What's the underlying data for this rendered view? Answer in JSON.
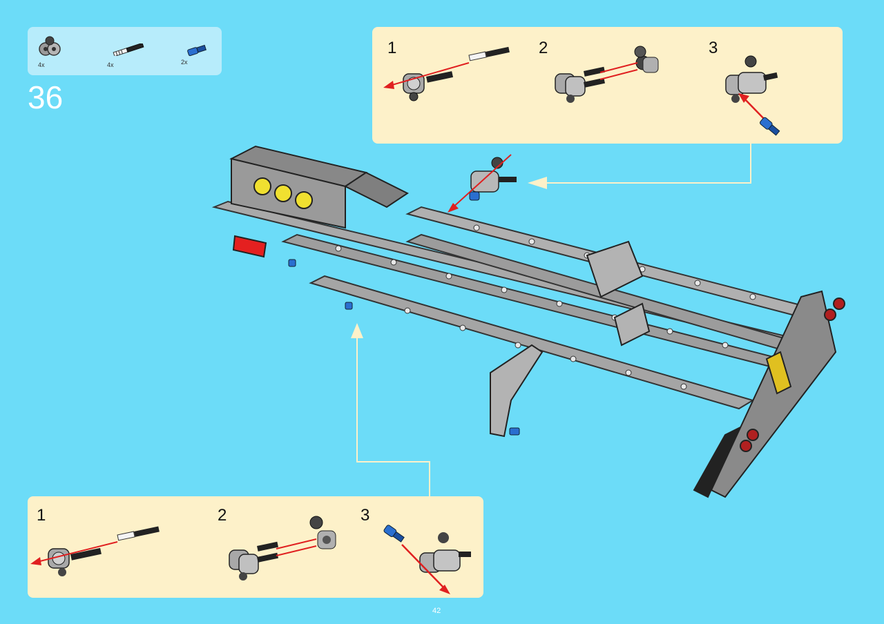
{
  "parts_list": [
    {
      "icon": "double-connector-part-icon",
      "qty": "4x"
    },
    {
      "icon": "axle-pin-part-icon",
      "qty": "4x"
    },
    {
      "icon": "blue-pin-part-icon",
      "qty": "2x"
    }
  ],
  "step_number": "36",
  "top_panel": {
    "steps": [
      "1",
      "2",
      "3"
    ]
  },
  "bottom_panel": {
    "steps": [
      "1",
      "2",
      "3"
    ]
  },
  "page_number": "42",
  "colors": {
    "background": "#6cdcf8",
    "panel": "#fdf1c9",
    "parts_box": "#b7ecfb",
    "arrow": "#e02020",
    "callout_line": "#fdf1c9"
  }
}
